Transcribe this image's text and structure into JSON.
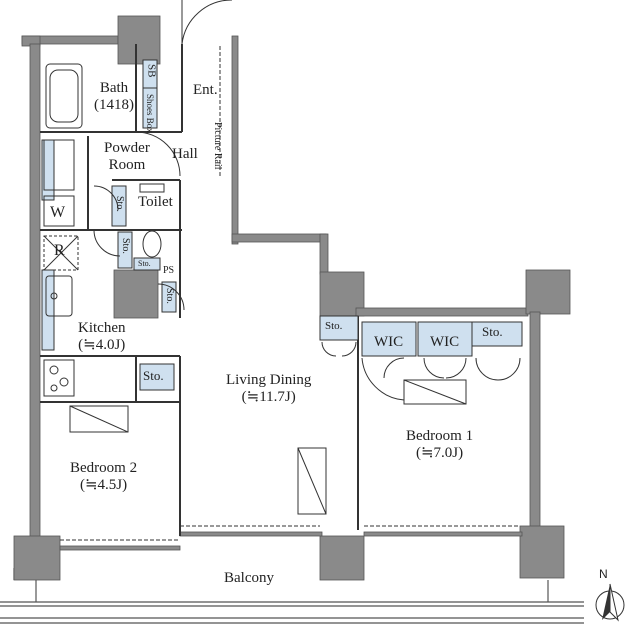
{
  "colors": {
    "wall": "#8a8a8a",
    "storage": "#cfe0ef",
    "line": "#333333"
  },
  "compass": {
    "label": "N",
    "icon": "north-arrow-icon"
  },
  "rooms": {
    "bath": {
      "name": "Bath",
      "size": "(1418)"
    },
    "sb": "SB",
    "shoes_box": "Shoes Box",
    "entrance": "Ent.",
    "powder_room": {
      "line1": "Powder",
      "line2": "Room"
    },
    "hall": "Hall",
    "picture_rail": "Picture Rail",
    "toilet": "Toilet",
    "sto_toilet_1": "Sto.",
    "sto_toilet_2": "Sto.",
    "sto_toilet_3": "Sto.",
    "sto_ps": "Sto.",
    "ps": "PS",
    "washer": "W",
    "fridge": "R",
    "kitchen": {
      "name": "Kitchen",
      "area": "(≒4.0J)"
    },
    "sto_kitchen": "Sto.",
    "sto_living": "Sto.",
    "living_dining": {
      "name": "Living Dining",
      "area": "(≒11.7J)"
    },
    "wic_1": "WIC",
    "wic_2": "WIC",
    "sto_bed1": "Sto.",
    "bedroom1": {
      "name": "Bedroom 1",
      "area": "(≒7.0J)"
    },
    "bedroom2": {
      "name": "Bedroom 2",
      "area": "(≒4.5J)"
    },
    "balcony": "Balcony"
  }
}
